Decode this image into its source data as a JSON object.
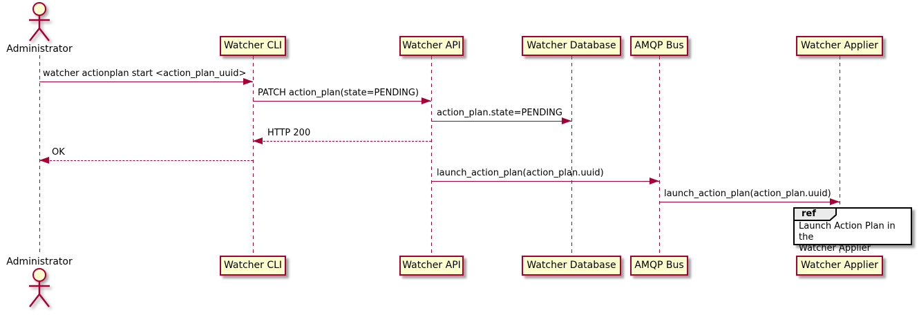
{
  "colors": {
    "participant_fill": "#FEFECE",
    "participant_border": "#A80036",
    "lifeline": "#A80036",
    "arrow": "#A80036",
    "text": "#000000",
    "actor_head_fill": "#FEFECE",
    "ref_border": "#000000",
    "ref_header_fill": "#EBEBEB",
    "ref_background": "#FFFFFF",
    "background": "#FFFFFF"
  },
  "diagram": {
    "type": "sequence",
    "actor": {
      "name": "Administrator"
    },
    "participants": [
      {
        "id": "watcher-cli",
        "label": "Watcher CLI"
      },
      {
        "id": "watcher-api",
        "label": "Watcher API"
      },
      {
        "id": "watcher-database",
        "label": "Watcher Database"
      },
      {
        "id": "amqp-bus",
        "label": "AMQP Bus"
      },
      {
        "id": "watcher-applier",
        "label": "Watcher Applier"
      }
    ],
    "messages": [
      {
        "from": "Administrator",
        "to": "Watcher CLI",
        "label": "watcher actionplan start <action_plan_uuid>",
        "line": "solid",
        "direction": "right"
      },
      {
        "from": "Watcher CLI",
        "to": "Watcher API",
        "label": "PATCH action_plan(state=PENDING)",
        "line": "solid",
        "direction": "right"
      },
      {
        "from": "Watcher API",
        "to": "Watcher Database",
        "label": "action_plan.state=PENDING",
        "line": "solid",
        "direction": "right"
      },
      {
        "from": "Watcher API",
        "to": "Watcher CLI",
        "label": "HTTP 200",
        "line": "dashed",
        "direction": "left"
      },
      {
        "from": "Watcher CLI",
        "to": "Administrator",
        "label": "OK",
        "line": "dashed",
        "direction": "left"
      },
      {
        "from": "Watcher API",
        "to": "AMQP Bus",
        "label": "launch_action_plan(action_plan.uuid)",
        "line": "solid",
        "direction": "right"
      },
      {
        "from": "AMQP Bus",
        "to": "Watcher Applier",
        "label": "launch_action_plan(action_plan.uuid)",
        "line": "solid",
        "direction": "right"
      }
    ],
    "ref_fragment": {
      "keyword": "ref",
      "over": "Watcher Applier",
      "text": "Launch Action Plan in the\nWatcher Applier"
    }
  }
}
